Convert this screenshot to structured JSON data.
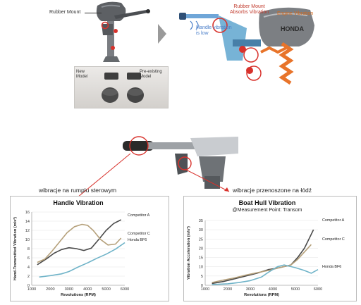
{
  "top_left": {
    "rubber_mount_label": "Rubber Mount",
    "inset": {
      "new_model_label": "New\nModel",
      "preexisting_model_label": "Pre-existing\nModel"
    }
  },
  "top_right": {
    "handle_vibration_label": "Handle vibration\nis low",
    "rubber_mount_absorbs_label": "Rubber Mount\nAbsorbs Vibration",
    "engine_vibration_label": "Engine Vibration",
    "brand_text": "HONDA"
  },
  "captions": {
    "left": "wibracje na rumplu sterowym",
    "right": "wibracje przenoszone na łódź"
  },
  "colors": {
    "competitor_a": "#4a4a4a",
    "competitor_c": "#b5a07a",
    "honda": "#6fb3c8",
    "accent_red": "#d8322c",
    "accent_blue": "#4a7ec9",
    "accent_orange": "#e8742a"
  },
  "chart_data": [
    {
      "type": "line",
      "title": "Handle Vibration",
      "xlabel": "Revolutions (RPM)",
      "ylabel": "Hand-Transmitted Vibration (m/s²)",
      "xlim": [
        1000,
        6000
      ],
      "ylim": [
        0,
        16
      ],
      "xticks": [
        1000,
        2000,
        3000,
        4000,
        5000,
        6000
      ],
      "yticks": [
        0,
        2,
        4,
        6,
        8,
        10,
        12,
        14,
        16
      ],
      "series": [
        {
          "name": "Competitor A",
          "color_key": "competitor_a",
          "x": [
            1300,
            1800,
            2200,
            2600,
            3000,
            3400,
            3800,
            4200,
            4600,
            5000,
            5400,
            5800
          ],
          "y": [
            4.5,
            5.8,
            7.0,
            7.8,
            8.2,
            8.0,
            7.6,
            8.1,
            10.0,
            12.0,
            13.5,
            14.3
          ]
        },
        {
          "name": "Competitor C",
          "color_key": "competitor_c",
          "x": [
            1300,
            1700,
            2100,
            2500,
            2900,
            3300,
            3700,
            4000,
            4300,
            4700,
            5100,
            5500,
            5800
          ],
          "y": [
            5.0,
            5.7,
            7.5,
            9.5,
            11.5,
            12.8,
            13.3,
            13.1,
            12.0,
            10.0,
            8.8,
            9.0,
            10.3
          ]
        },
        {
          "name": "Honda BF6",
          "color_key": "honda",
          "x": [
            1400,
            2000,
            2600,
            3000,
            3500,
            4000,
            4500,
            5000,
            5500,
            6000
          ],
          "y": [
            1.8,
            2.1,
            2.5,
            3.0,
            4.0,
            4.9,
            5.9,
            6.8,
            7.9,
            9.3
          ]
        }
      ],
      "legend_labels": [
        "Competitor A",
        "Competitor C",
        "Honda BF6"
      ]
    },
    {
      "type": "line",
      "title": "Boat Hull Vibration",
      "subtitle": "@Measurement Point: Transom",
      "xlabel": "Revolutions (RPM)",
      "ylabel": "Vibration Acceleration (m/s²)",
      "xlim": [
        1000,
        6000
      ],
      "ylim": [
        0,
        35
      ],
      "xticks": [
        1000,
        2000,
        3000,
        4000,
        5000,
        6000
      ],
      "yticks": [
        0,
        5,
        10,
        15,
        20,
        25,
        30,
        35
      ],
      "series": [
        {
          "name": "Competitor A",
          "color_key": "competitor_a",
          "x": [
            1300,
            1800,
            2300,
            2800,
            3300,
            3800,
            4300,
            4800,
            5100,
            5400,
            5600,
            5800
          ],
          "y": [
            1.0,
            2.0,
            3.5,
            5.0,
            6.5,
            8.5,
            9.5,
            11.0,
            15.0,
            20.0,
            25.0,
            30.0
          ]
        },
        {
          "name": "Competitor C",
          "color_key": "competitor_c",
          "x": [
            1300,
            1800,
            2300,
            2800,
            3300,
            3800,
            4300,
            4800,
            5100,
            5400,
            5700
          ],
          "y": [
            1.5,
            2.8,
            4.0,
            5.5,
            6.8,
            8.0,
            9.5,
            11.0,
            14.0,
            18.0,
            22.0
          ]
        },
        {
          "name": "Honda BF6",
          "color_key": "honda",
          "x": [
            1300,
            2000,
            2500,
            3000,
            3500,
            3800,
            4200,
            4500,
            5000,
            5400,
            5700,
            6000
          ],
          "y": [
            0.4,
            0.8,
            1.5,
            2.5,
            4.5,
            7.0,
            10.0,
            11.0,
            9.5,
            8.0,
            6.5,
            8.5
          ]
        }
      ],
      "legend_labels": [
        "Competitor A",
        "Competitor C",
        "Honda BF6"
      ]
    }
  ]
}
